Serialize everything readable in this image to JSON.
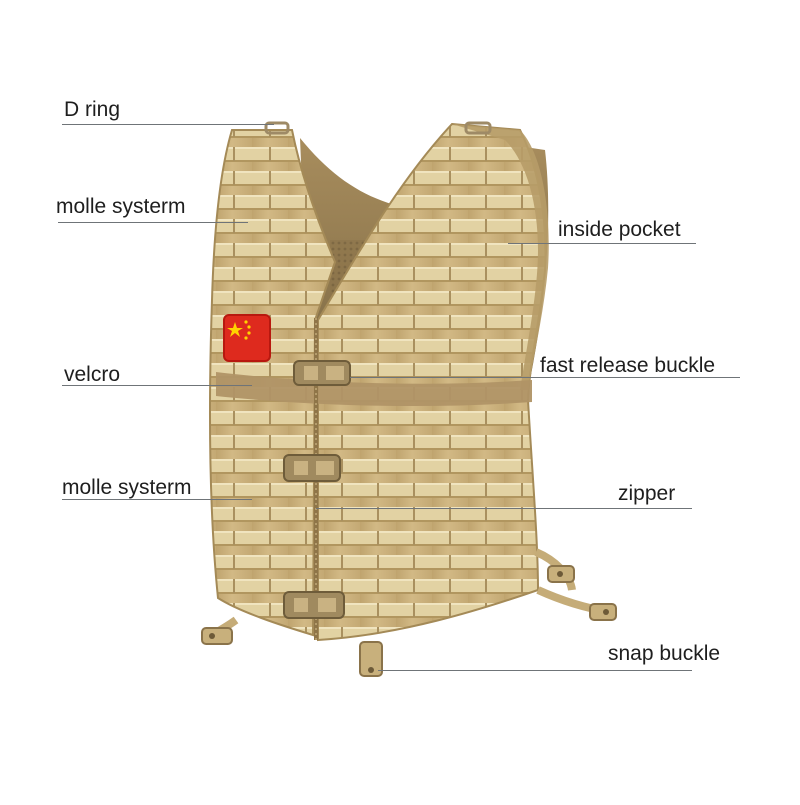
{
  "labels": {
    "d_ring": "D ring",
    "molle_upper": "molle systerm",
    "velcro": "velcro",
    "molle_lower": "molle systerm",
    "inside_pocket": "inside pocket",
    "fast_release_buckle": "fast release buckle",
    "zipper": "zipper",
    "snap_buckle": "snap buckle"
  },
  "colors": {
    "vest_tan": "#cdb47f",
    "webbing": "#e0cf9f",
    "strap_shadow": "#a98e5c",
    "inside_dark": "#8a7248",
    "flag_red": "#de2a1e",
    "flag_star": "#ffd300",
    "leader_line": "#6f7478"
  },
  "icons": [
    "flag-china-patch",
    "fast-release-buckle-icon",
    "snap-buckle-icon",
    "d-ring-icon"
  ]
}
